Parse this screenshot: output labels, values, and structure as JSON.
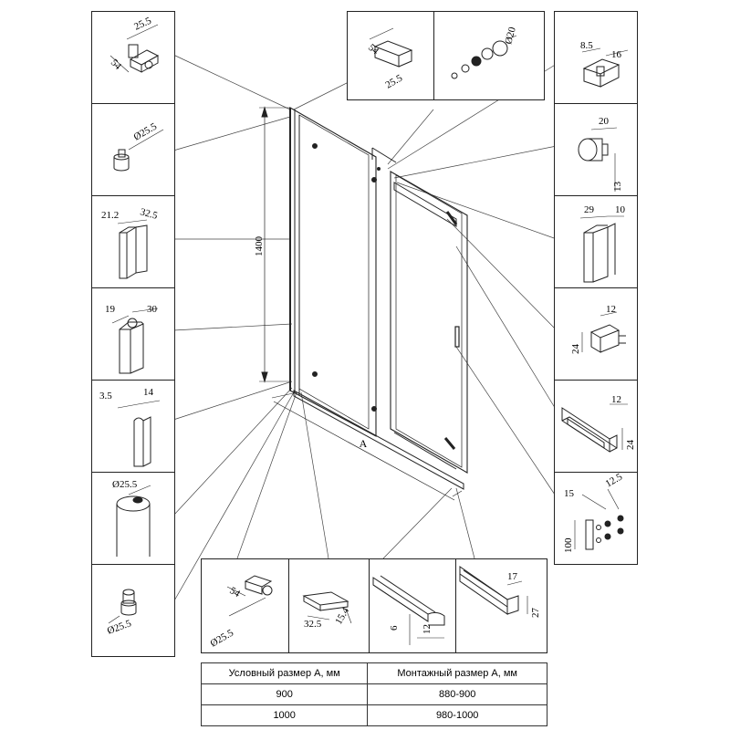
{
  "dims": {
    "height_1400": "1400",
    "width_a": "A",
    "left_1": [
      "25.5",
      "54"
    ],
    "left_2": [
      "Ø25.5"
    ],
    "left_3": [
      "21.2",
      "32.5"
    ],
    "left_4": [
      "19",
      "30"
    ],
    "left_5": [
      "3.5",
      "14"
    ],
    "left_6": [
      "Ø25.5"
    ],
    "left_7": [
      "Ø25.5"
    ],
    "top_1": [
      "54",
      "25.5"
    ],
    "top_2": [
      "Ø20"
    ],
    "right_1": [
      "8.5",
      "16"
    ],
    "right_2": [
      "20",
      "13"
    ],
    "right_3": [
      "29",
      "10"
    ],
    "right_4": [
      "12",
      "24"
    ],
    "right_5": [
      "12",
      "24"
    ],
    "right_6": [
      "15",
      "12.5",
      "100"
    ],
    "bottom_1": [
      "54",
      "Ø25.5"
    ],
    "bottom_2": [
      "32.5",
      "15.4"
    ],
    "bottom_3": [
      "6",
      "12"
    ],
    "bottom_4": [
      "17",
      "27"
    ]
  },
  "table": {
    "headers": [
      "Условный размер А, мм",
      "Монтажный размер А, мм"
    ],
    "rows": [
      [
        "900",
        "880-900"
      ],
      [
        "1000",
        "980-1000"
      ]
    ]
  }
}
